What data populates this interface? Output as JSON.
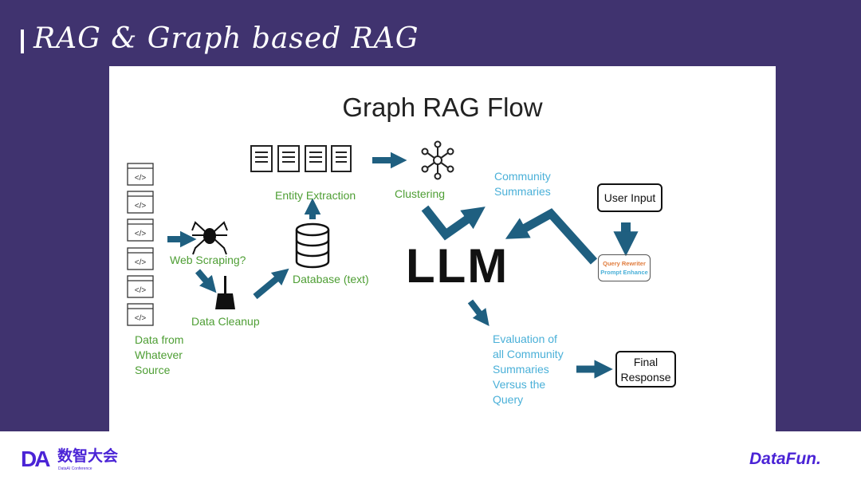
{
  "slide_title": "RAG & Graph based RAG",
  "diagram": {
    "title": "Graph RAG Flow",
    "labels": {
      "data_source": "Data from Whatever Source",
      "web_scraping": "Web Scraping?",
      "data_cleanup": "Data Cleanup",
      "database": "Database (text)",
      "entity_extraction": "Entity Extraction",
      "clustering": "Clustering",
      "community_summaries": "Community Summaries",
      "llm": "LLM",
      "user_input": "User Input",
      "query_rewriter": "Query Rewriter",
      "prompt_enhance": "Prompt Enhance",
      "evaluation": "Evaluation of all Community Summaries Versus the Query",
      "final_response": "Final Response"
    },
    "colors": {
      "green": "#4e9e34",
      "blue": "#4ab0d8",
      "arrow": "#1f5f80",
      "query_rewriter": "#e07b3c"
    }
  },
  "footer": {
    "left_logo": {
      "mark": "DA",
      "text": "数智大会",
      "sub": "DataAI Conference"
    },
    "right_logo": "DataFun."
  }
}
